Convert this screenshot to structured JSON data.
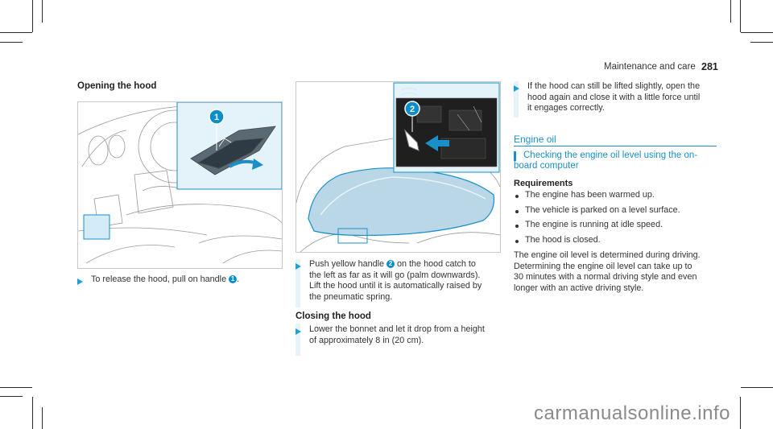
{
  "header": {
    "section": "Maintenance and care",
    "page_number": "281"
  },
  "left_column": {
    "heading": "Opening the hood",
    "step1_before": "To release the hood, pull on handle",
    "step1_marker": "1",
    "step1_after": ".",
    "figure_callout": "1"
  },
  "middle_column": {
    "figure_callout": "2",
    "step_line1_before": "Push yellow handle",
    "step_marker": "2",
    "step_line1_after": "on the hood catch to",
    "step_line2": "the left as far as it will go (palm downwards).",
    "step_line3": "Lift the hood until it is automatically raised by",
    "step_line4": "the pneumatic spring.",
    "closing_heading": "Closing the hood",
    "closing_line1": "Lower the bonnet and let it drop from a height",
    "closing_line2": "of approximately 8 in (20 cm)."
  },
  "right_column": {
    "step_line1": "If the hood can still be lifted slightly, open the",
    "step_line2": "hood again and close it with a little force until",
    "step_line3": "it engages correctly.",
    "section_title": "Engine oil",
    "subsection_title_line1": "Checking the engine oil level using the on-",
    "subsection_title_line2": "board computer",
    "requirements_heading": "Requirements",
    "requirements": [
      "The engine has been warmed up.",
      "The vehicle is parked on a level surface.",
      "The engine is running at idle speed.",
      "The hood is closed."
    ],
    "para_line1": "The engine oil level is determined during driving.",
    "para_line2": "Determining the engine oil level can take up to",
    "para_line3": "30 minutes with a normal driving style and even",
    "para_line4": "longer with an active driving style."
  },
  "watermark": "carmanualsonline.info",
  "colors": {
    "accent": "#1a8fc9",
    "callout": "#0a8ec9",
    "step_bar": "#e6f3f8"
  }
}
